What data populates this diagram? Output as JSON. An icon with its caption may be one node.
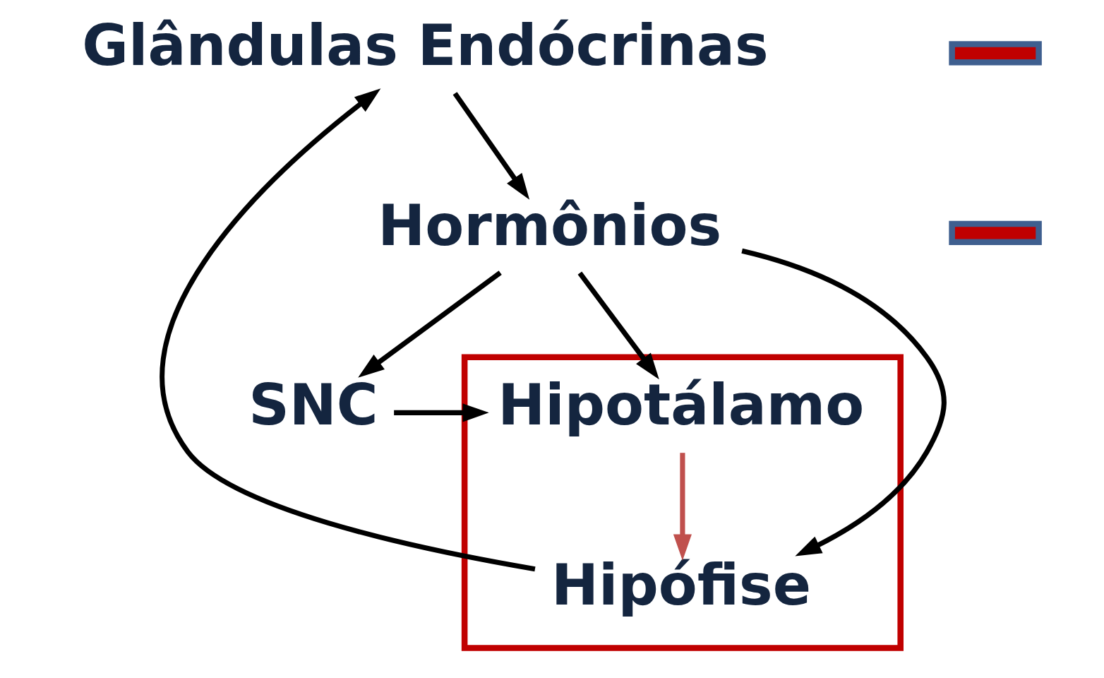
{
  "diagram": {
    "nodes": [
      {
        "text": [
          "SNC"
        ]
      },
      {
        "text": [],
        "shape": "box"
      },
      {
        "text": [
          "Hipotálamo"
        ],
        "in": 1
      },
      {
        "text": [
          "Hipófise"
        ],
        "in": 1
      },
      {
        "text": [
          "Glândulas Endócrinas"
        ]
      },
      {
        "text": [
          "Hormônios"
        ]
      },
      {
        "text": [],
        "shape": "bar"
      },
      {
        "text": [],
        "shape": "bar"
      }
    ],
    "edges": [
      {
        "from": 0,
        "to": 2,
        "arrow": "to"
      },
      {
        "from": 5,
        "to": 0,
        "arrow": "to"
      },
      {
        "from": 5,
        "to": 2,
        "arrow": "to"
      },
      {
        "from": 5,
        "to": 3,
        "arrow": "to"
      },
      {
        "from": 2,
        "to": 3,
        "arrow": "to",
        "color": "#c0504d"
      },
      {
        "from": 3,
        "to": 4,
        "arrow": "to"
      },
      {
        "from": 4,
        "to": 5,
        "arrow": "to"
      }
    ]
  }
}
